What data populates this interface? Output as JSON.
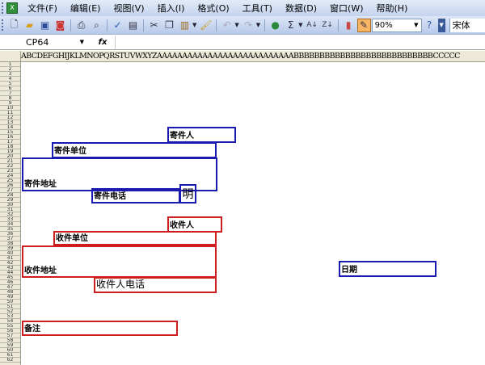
{
  "menu": [
    "文件(F)",
    "编辑(E)",
    "视图(V)",
    "插入(I)",
    "格式(O)",
    "工具(T)",
    "数据(D)",
    "窗口(W)",
    "帮助(H)"
  ],
  "toolbar": {
    "zoom": "90%",
    "font": "宋体"
  },
  "formula_bar": {
    "name_box": "CP64",
    "fx": "fx",
    "value": ""
  },
  "column_header": "ABCDEFGHIJKLMNOPQRSTUVWXYZAAAAAAAAAAAAAAAAAAAAAAAAAAABBBBBBBBBBBBBBBBBBBBBBBBBBBCCCCC",
  "row_count": 62,
  "sender": {
    "name": "寄件人",
    "company": "寄件单位",
    "address": "寄件地址",
    "phone": "寄件电话",
    "extra": "明"
  },
  "receiver": {
    "name": "收件人",
    "company": "收件单位",
    "address": "收件地址",
    "phone": "收件人电话"
  },
  "date": "日期",
  "remark": "备注",
  "colors": {
    "sender": "#1a1ab0",
    "receiver": "#cc1e1e"
  }
}
